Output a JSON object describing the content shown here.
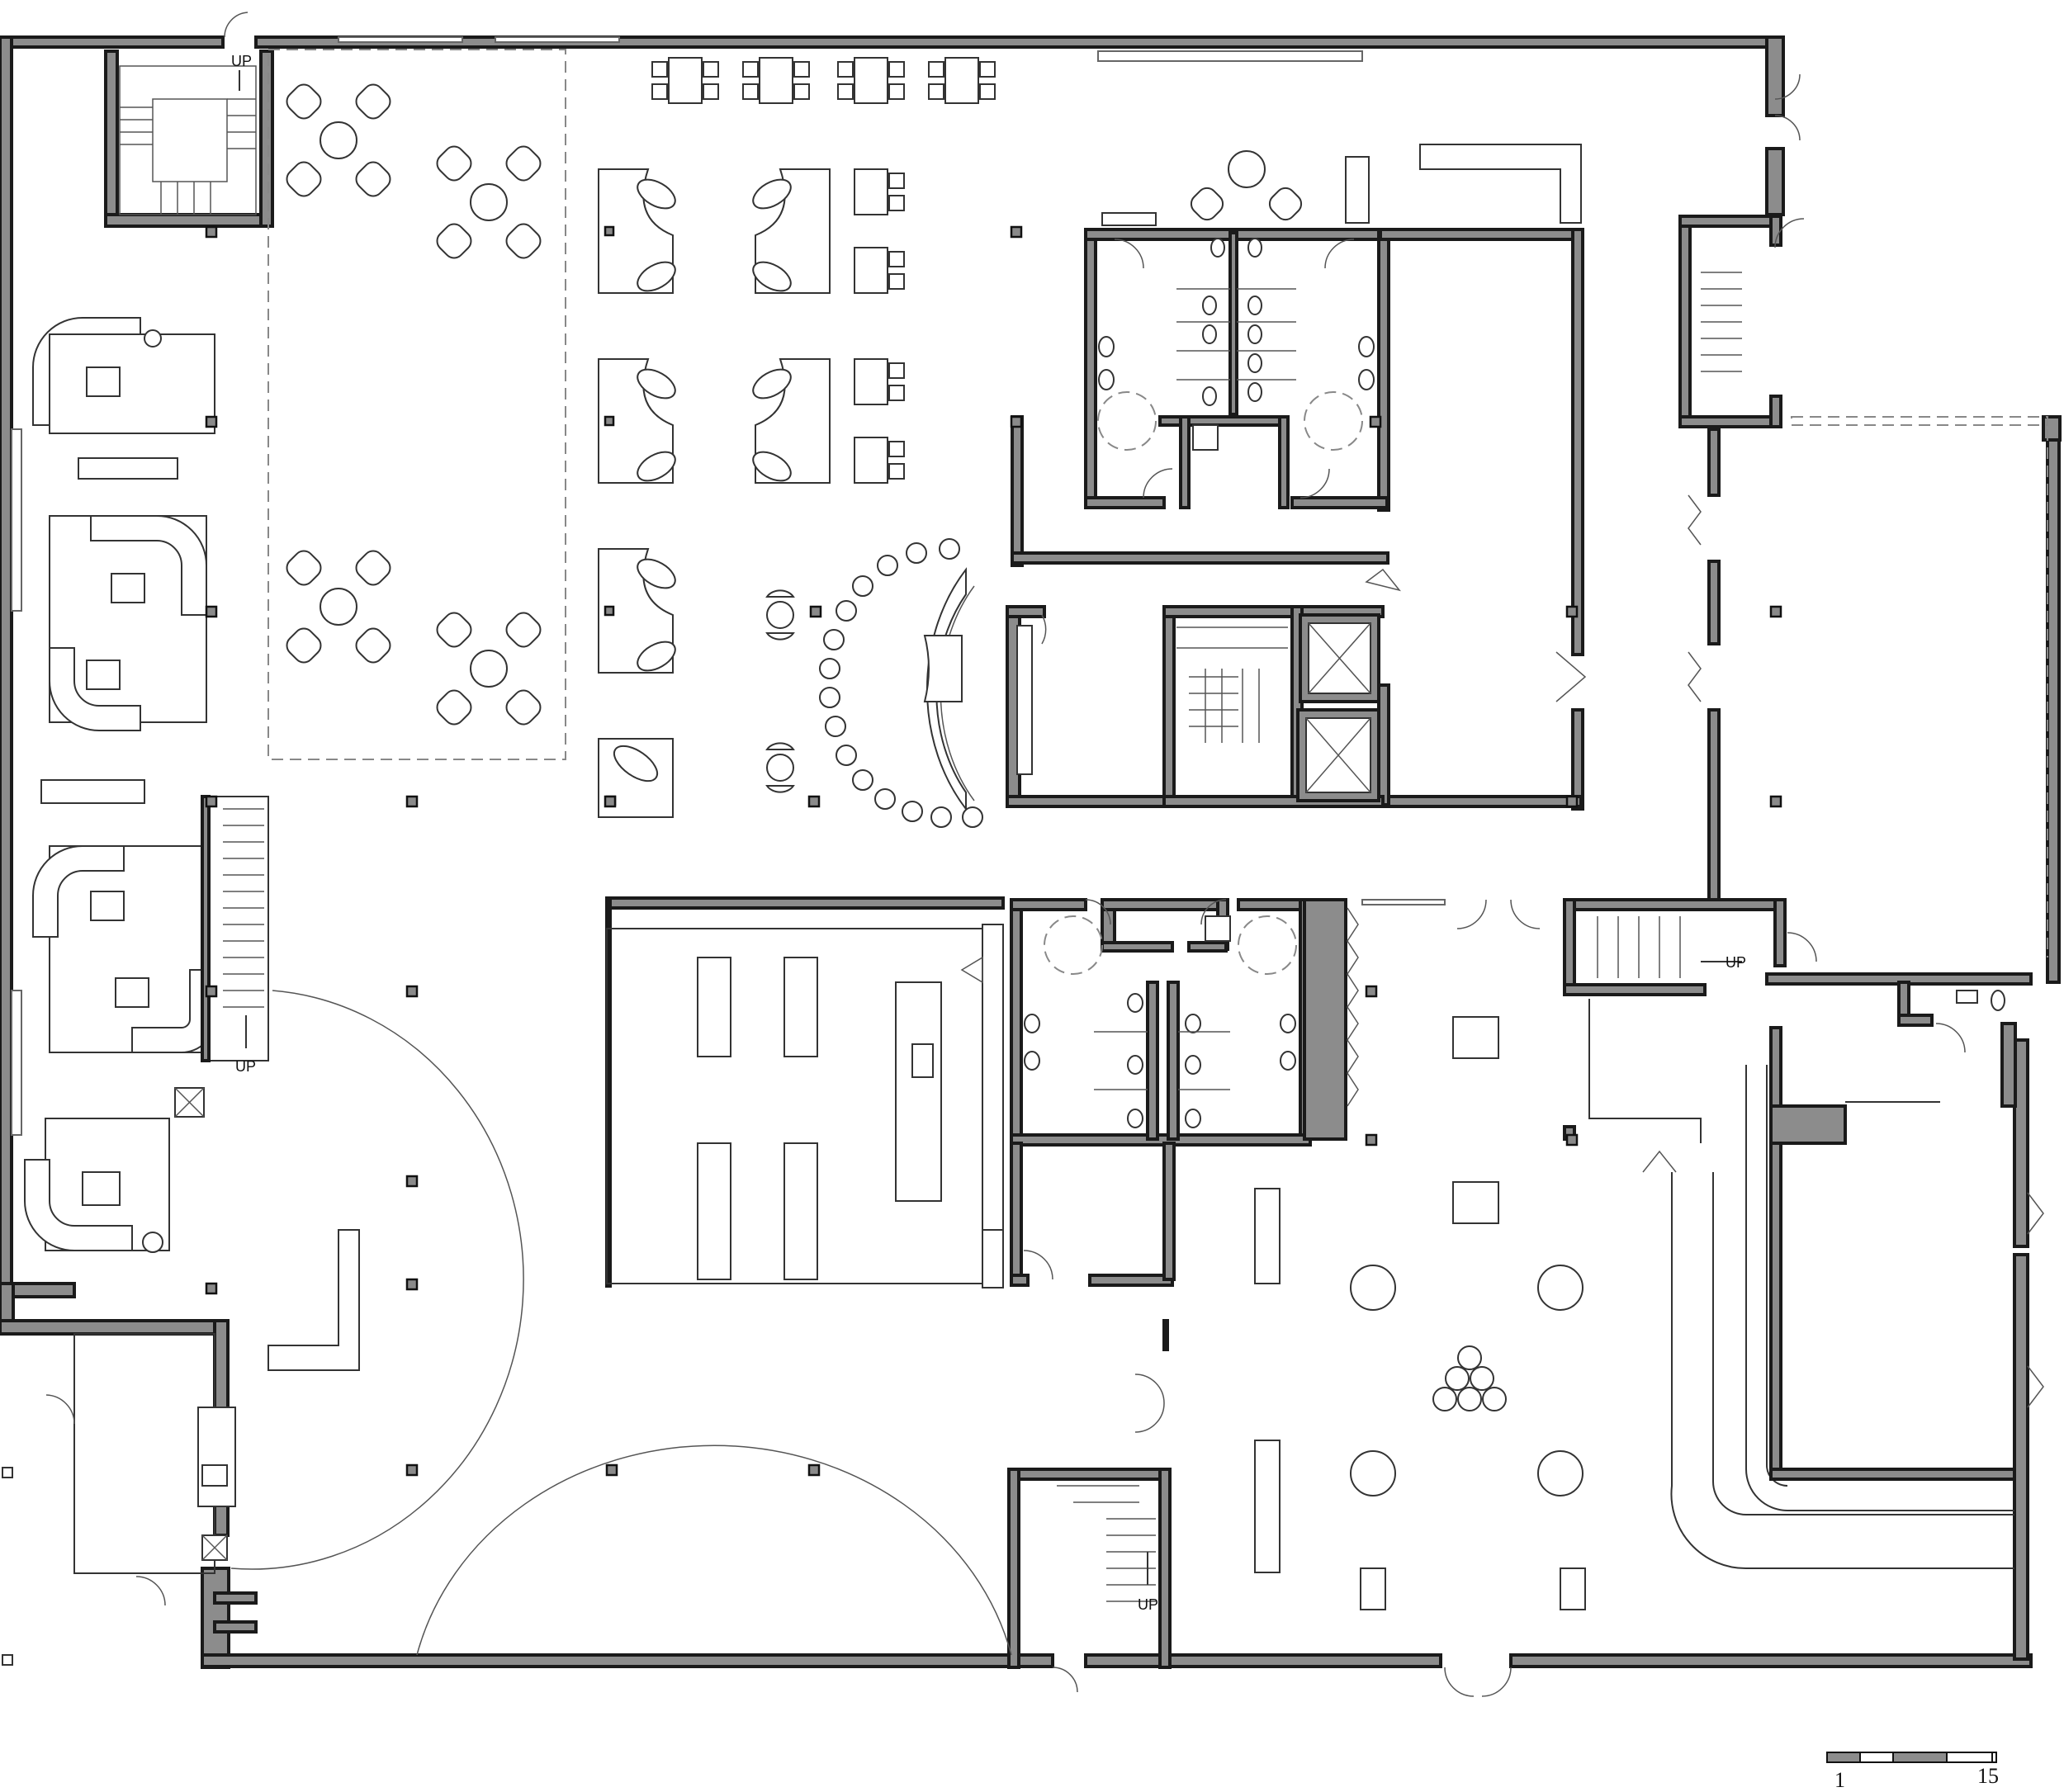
{
  "stair_labels": {
    "up_northwest": "UP",
    "up_west": "UP",
    "up_east": "UP",
    "up_south": "UP"
  },
  "scale_bar": {
    "start_label": "1",
    "end_label": "15"
  },
  "colors": {
    "wall_fill": "#8c8c8c",
    "line": "#333333",
    "background": "#ffffff"
  }
}
